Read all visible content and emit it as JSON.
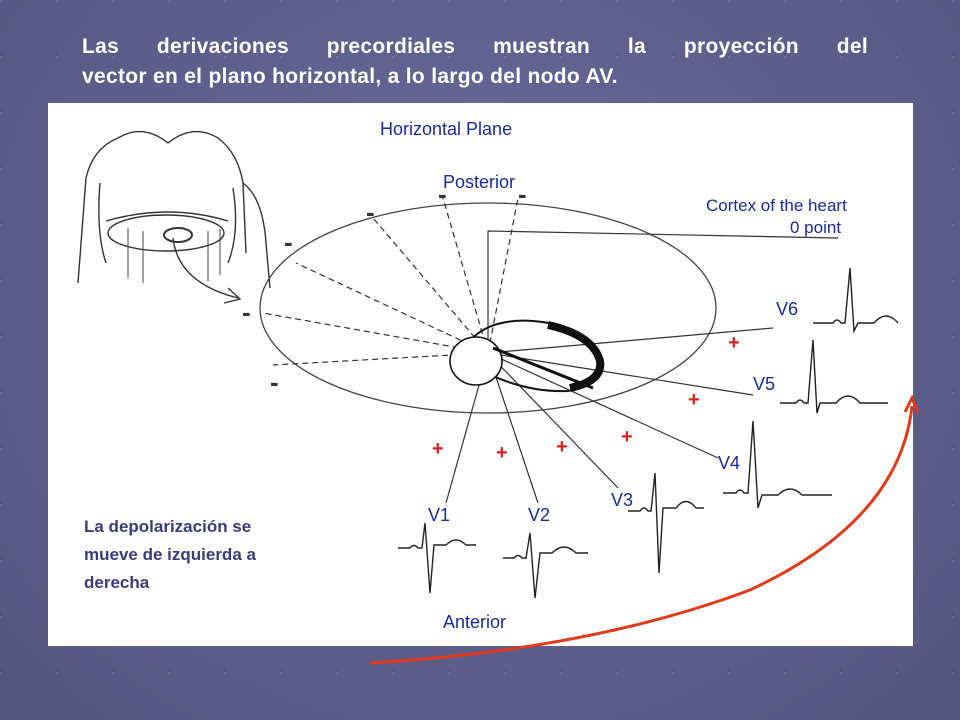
{
  "slide": {
    "title_line1": "Las derivaciones precordiales muestran la proyección del",
    "title_line2": "vector en el plano horizontal, a lo largo del nodo AV.",
    "caption_line1": "La depolarización se",
    "caption_line2": "mueve de izquierda a",
    "caption_line3": "derecha"
  },
  "figure": {
    "title": "Horizontal Plane",
    "posterior": "Posterior",
    "anterior": "Anterior",
    "cortex_line1": "Cortex of the heart",
    "cortex_line2": "0 point",
    "leads": {
      "v1": "V1",
      "v2": "V2",
      "v3": "V3",
      "v4": "V4",
      "v5": "V5",
      "v6": "V6"
    },
    "minus_sign": "-",
    "plus_sign": "+"
  },
  "colors": {
    "background": "#5f5f8f",
    "title_text": "#ffffff",
    "caption_text": "#3b3b7a",
    "label_blue": "#1a2a9a",
    "plus_red": "#d62020",
    "arrow_red": "#e03a1a"
  }
}
